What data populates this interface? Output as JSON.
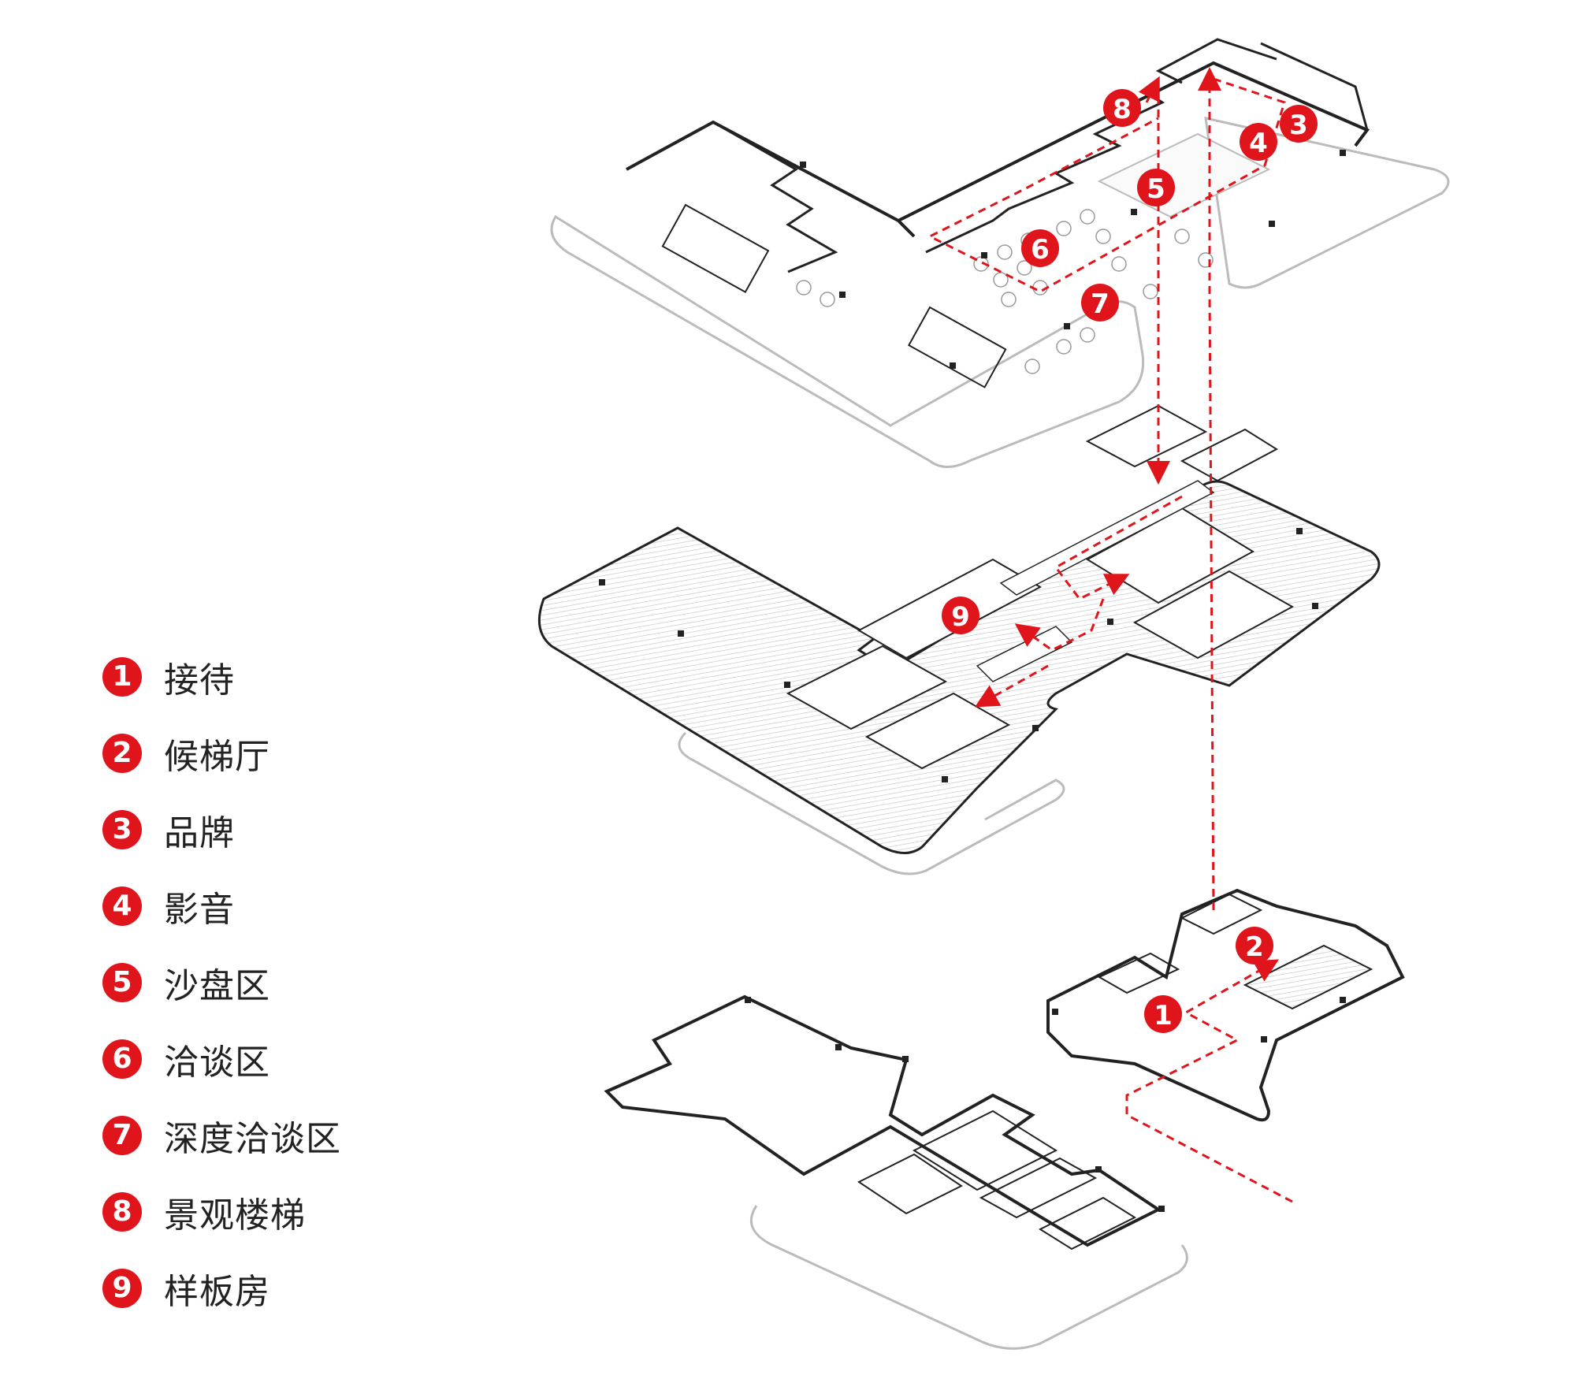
{
  "accent_color": "#e0141b",
  "legend": [
    {
      "number": "1",
      "label": "接待"
    },
    {
      "number": "2",
      "label": "候梯厅"
    },
    {
      "number": "3",
      "label": "品牌"
    },
    {
      "number": "4",
      "label": "影音"
    },
    {
      "number": "5",
      "label": "沙盘区"
    },
    {
      "number": "6",
      "label": "洽谈区"
    },
    {
      "number": "7",
      "label": "深度洽谈区"
    },
    {
      "number": "8",
      "label": "景观楼梯"
    },
    {
      "number": "9",
      "label": "样板房"
    }
  ],
  "markers": [
    "1",
    "2",
    "3",
    "4",
    "5",
    "6",
    "7",
    "8",
    "9"
  ]
}
